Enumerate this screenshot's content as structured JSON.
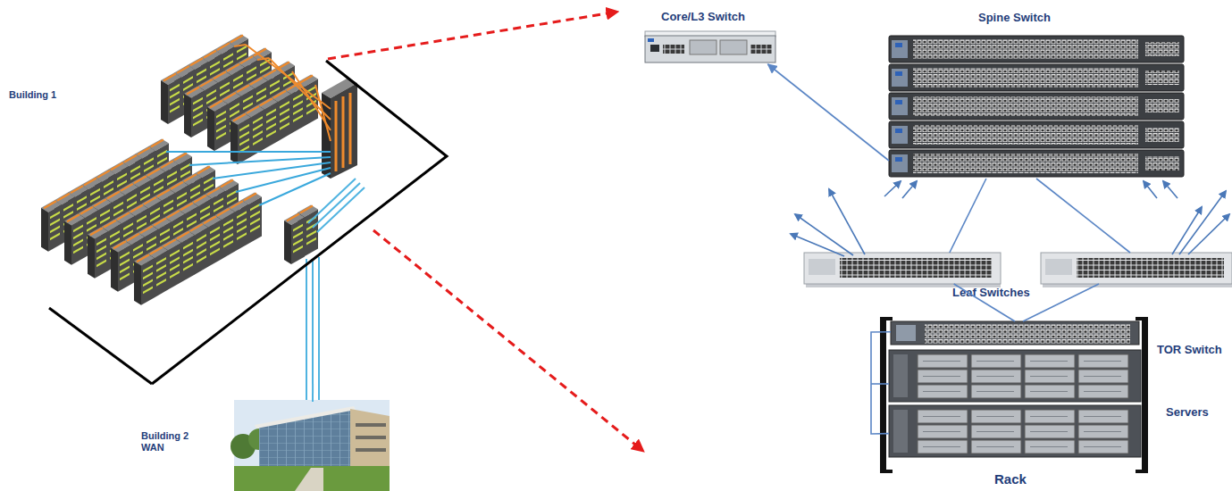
{
  "diagram": {
    "nodes": [
      {
        "text": [
          "Building 1"
        ]
      },
      {
        "text": [
          "Core/L3 Switch"
        ]
      },
      {
        "text": [
          "Spine Switch"
        ]
      },
      {
        "text": [
          "Leaf Switches"
        ]
      },
      {
        "text": [
          "Rack"
        ]
      },
      {
        "text": [
          "TOR Switch"
        ],
        "in": 4
      },
      {
        "text": [
          "Servers"
        ],
        "in": 4
      },
      {
        "text": [
          "Building 2 WAN"
        ]
      }
    ],
    "edges": [
      {
        "from": 2,
        "to": 1,
        "arrow": "to"
      },
      {
        "from": 2,
        "to": 3,
        "arrow": "none"
      },
      {
        "from": 3,
        "to": 5,
        "arrow": "none"
      },
      {
        "from": 5,
        "to": 6,
        "arrow": "none"
      },
      {
        "from": 0,
        "to": 7,
        "arrow": "none"
      }
    ]
  }
}
